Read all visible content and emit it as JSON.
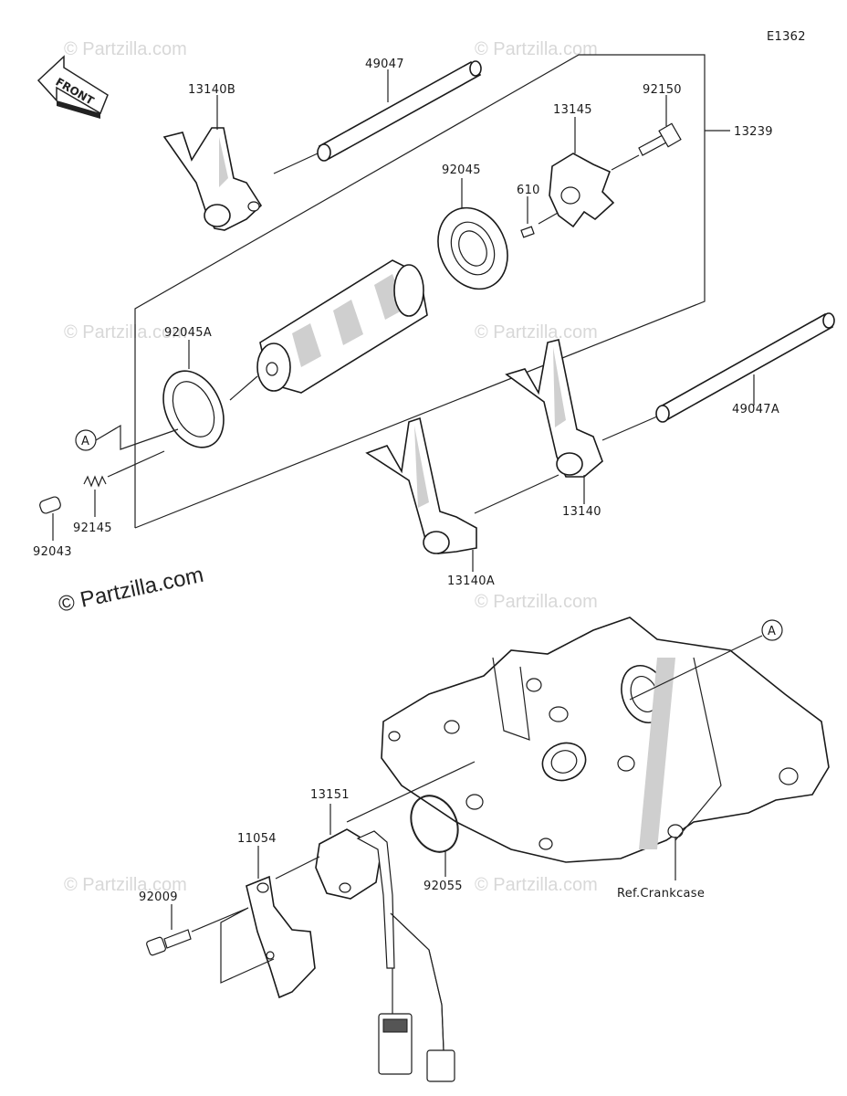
{
  "diagram_code": "E1362",
  "front_label": "FRONT",
  "watermark_main": "© Partzilla.com",
  "watermark_faint": "© Partzilla.com",
  "ref_marker": "A",
  "parts": {
    "p49047": "49047",
    "p13140B": "13140B",
    "p92150": "92150",
    "p13145": "13145",
    "p13239": "13239",
    "p92045": "92045",
    "p610": "610",
    "p92045A": "92045A",
    "p49047A": "49047A",
    "p13140": "13140",
    "p92145": "92145",
    "p92043": "92043",
    "p13140A": "13140A",
    "p13151": "13151",
    "p11054": "11054",
    "p92009": "92009",
    "p92055": "92055",
    "ref_crankcase": "Ref.Crankcase"
  }
}
